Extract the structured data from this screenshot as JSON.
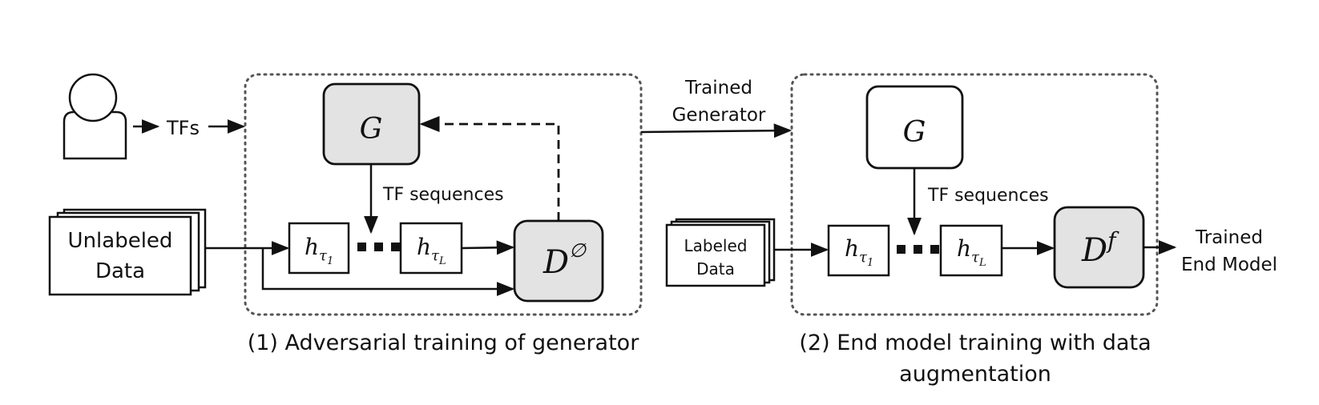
{
  "actor": {
    "output_label": "TFs"
  },
  "phase1": {
    "caption": "(1) Adversarial training of generator",
    "generator_label": "G",
    "tf_sequences_label": "TF sequences",
    "unlabeled_data_line1": "Unlabeled",
    "unlabeled_data_line2": "Data",
    "tf_first": {
      "base": "h",
      "sub": "τ",
      "subsub": "1"
    },
    "tf_last": {
      "base": "h",
      "sub": "τ",
      "subsub": "L"
    },
    "discriminator": {
      "base": "D",
      "sup": "∅"
    }
  },
  "transfer": {
    "line1": "Trained",
    "line2": "Generator"
  },
  "phase2": {
    "caption_line1": "(2) End model training with data",
    "caption_line2": "augmentation",
    "generator_label": "G",
    "tf_sequences_label": "TF sequences",
    "labeled_data_line1": "Labeled",
    "labeled_data_line2": "Data",
    "tf_first": {
      "base": "h",
      "sub": "τ",
      "subsub": "1"
    },
    "tf_last": {
      "base": "h",
      "sub": "τ",
      "subsub": "L"
    },
    "end_model": {
      "base": "D",
      "sup": "f"
    }
  },
  "output": {
    "line1": "Trained",
    "line2": "End Model"
  },
  "colors": {
    "stroke": "#111111",
    "shaded_fill": "#e3e3e3",
    "plain_fill": "#ffffff",
    "dotted_border": "#555555"
  }
}
